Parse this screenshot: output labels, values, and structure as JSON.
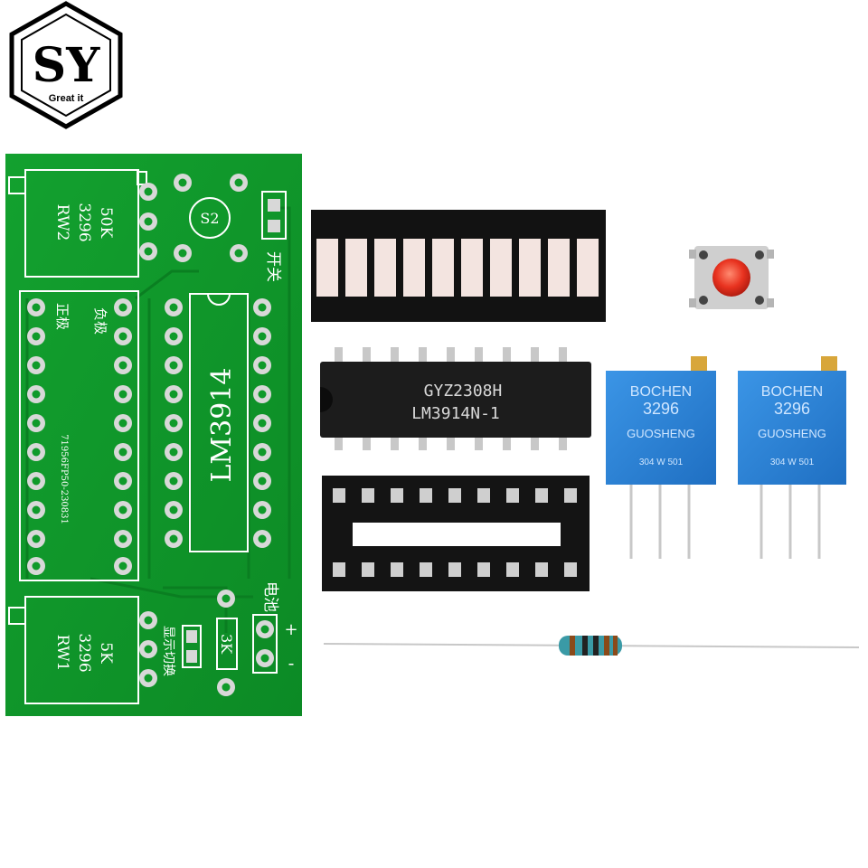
{
  "logo": {
    "mark": "SY",
    "tagline": "Great it"
  },
  "pcb": {
    "rw2": {
      "name": "RW2",
      "code": "3296",
      "value": "50K"
    },
    "rw1": {
      "name": "RW1",
      "code": "3296",
      "value": "5K"
    },
    "s2": "S2",
    "switch_label": "开关",
    "positive_label": "正极",
    "negative_label": "负极",
    "ic_label": "LM3914",
    "serial": "71956FP50-230831",
    "display_switch_label": "显示切换",
    "resistor_label": "3K",
    "battery_label": "电池",
    "plus": "+",
    "minus": "-"
  },
  "chip": {
    "line1": "GYZ2308H",
    "line2": "LM3914N-1"
  },
  "potentiometers": [
    {
      "brand": "BOCHEN",
      "code": "3296",
      "maker": "GUOSHENG",
      "marking": "304 W 501"
    },
    {
      "brand": "BOCHEN",
      "code": "3296",
      "maker": "GUOSHENG",
      "marking": "304 W 501"
    }
  ],
  "colors": {
    "pcb": "#0f9a2a",
    "silkscreen": "#ffffff",
    "led_bar": "#101010",
    "led_segment": "#f3e4e0",
    "pot_body": "#2a7fd4",
    "button_cap": "#e8321f"
  }
}
